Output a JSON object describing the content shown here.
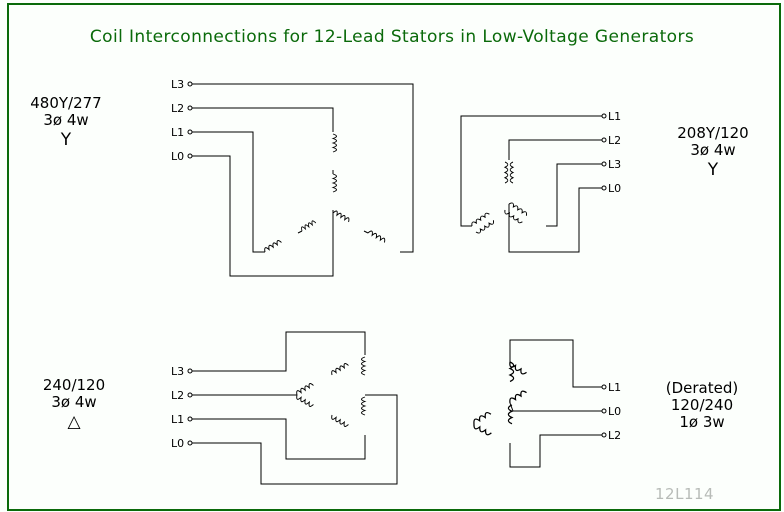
{
  "title": "Coil Interconnections for 12-Lead Stators in Low-Voltage Generators",
  "drawing_code": "12L114",
  "colors": {
    "frame": "#0a6a0a",
    "title": "#0a6a0a",
    "lines": "#000000",
    "drawing_code": "#b8bcb8",
    "background": "#fcfffc"
  },
  "panels": [
    {
      "id": "480Y-277",
      "voltage": "480Y/277",
      "phase": "3ø 4w",
      "symbol": "Y",
      "symbol_name": "wye",
      "leads": [
        "L3",
        "L2",
        "L1",
        "L0"
      ]
    },
    {
      "id": "208Y-120",
      "voltage": "208Y/120",
      "phase": "3ø 4w",
      "symbol": "Y",
      "symbol_name": "wye",
      "leads": [
        "L1",
        "L2",
        "L3",
        "L0"
      ]
    },
    {
      "id": "240-120",
      "voltage": "240/120",
      "phase": "3ø 4w",
      "symbol": "△",
      "symbol_name": "delta",
      "leads": [
        "L3",
        "L2",
        "L1",
        "L0"
      ]
    },
    {
      "id": "120-240-derated",
      "note": "(Derated)",
      "voltage": "120/240",
      "phase": "1ø 3w",
      "leads": [
        "L1",
        "L0",
        "L2"
      ]
    }
  ]
}
